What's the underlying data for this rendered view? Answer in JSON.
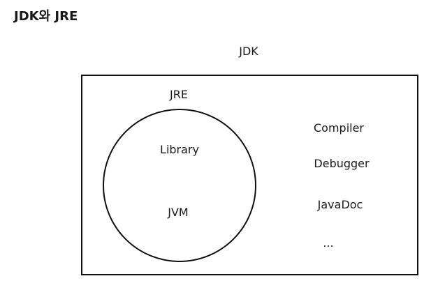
{
  "heading": "JDK와 JRE",
  "diagram": {
    "outer_label": "JDK",
    "inner_label": "JRE",
    "inner_items": [
      "Library",
      "JVM"
    ],
    "outer_items": [
      "Compiler",
      "Debugger",
      "JavaDoc",
      "..."
    ]
  }
}
